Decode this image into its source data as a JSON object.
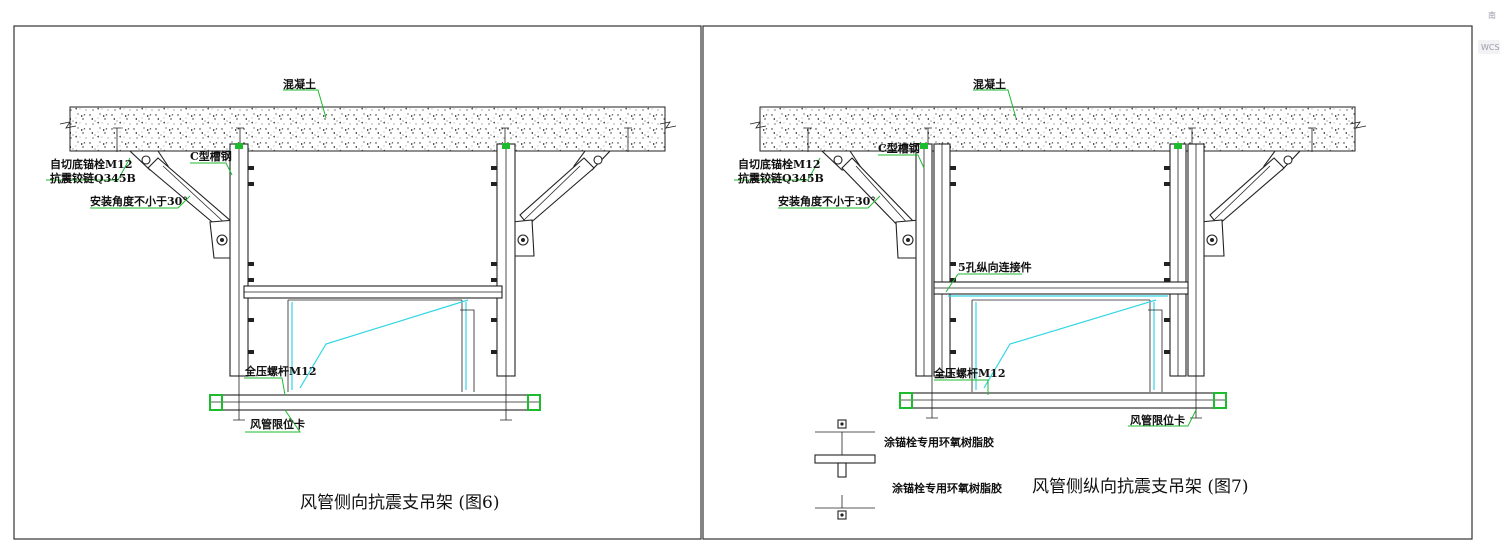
{
  "corner": {
    "top_glyph": "南",
    "tag": "WCS"
  },
  "figure6": {
    "label_concrete": "混凝土",
    "label_c_steel": "C型槽钢",
    "label_anchor_line1": "自切底锚栓M12",
    "label_anchor_line2": "抗震铰链Q345B",
    "label_angle": "安装角度不小于30°",
    "label_rod": "全压螺杆M12",
    "label_clamp": "风管限位卡",
    "caption": "风管侧向抗震支吊架 (图6)"
  },
  "figure7": {
    "label_concrete": "混凝土",
    "label_c_steel": "C型槽钢",
    "label_anchor_line1": "自切底锚栓M12",
    "label_anchor_line2": "抗震铰链Q345B",
    "label_angle": "安装角度不小于30°",
    "label_connector": "5孔纵向连接件",
    "label_rod": "全压螺杆M12",
    "label_clamp": "风管限位卡",
    "label_glue_1": "涂锚栓专用环氧树脂胶",
    "label_glue_2": "涂锚栓专用环氧树脂胶",
    "caption": "风管侧纵向抗震支吊架 (图7)"
  }
}
